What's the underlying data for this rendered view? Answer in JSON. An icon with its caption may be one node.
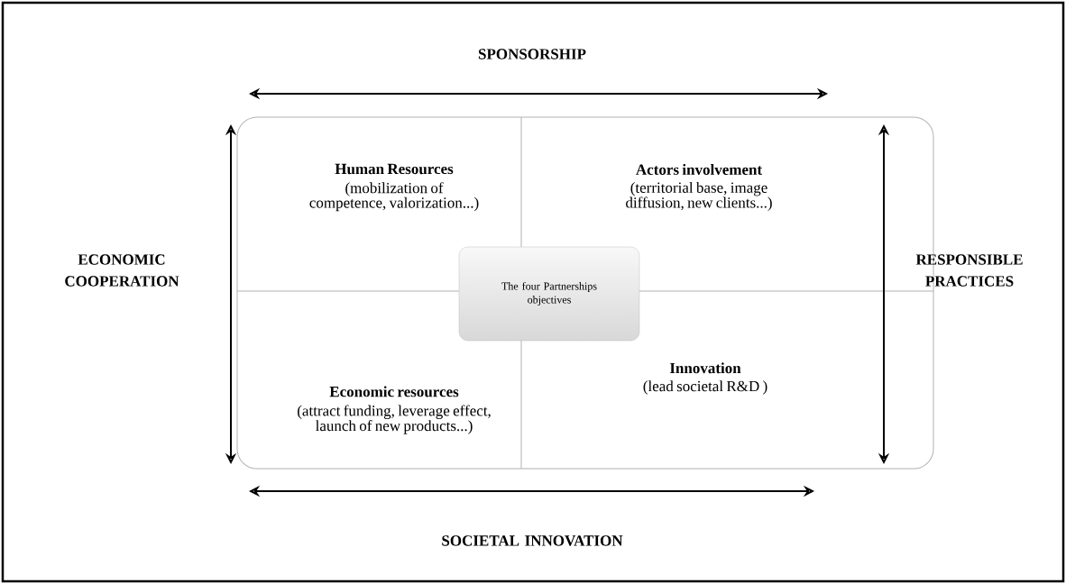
{
  "diagram": {
    "nodes": [
      {
        "text": [],
        "shape": "box"
      },
      {
        "text": [
          "Human Resources",
          "(mobilization of competence, valorization...)"
        ],
        "in": 0
      },
      {
        "text": [
          "Actors involvement",
          "(territorial base, image diffusion, new clients...)"
        ],
        "in": 0
      },
      {
        "text": [
          "The four Partnerships objectives"
        ],
        "in": 0
      },
      {
        "text": [
          "Economic resources",
          "(attract funding, leverage effect, launch of new products...)"
        ],
        "in": 0
      },
      {
        "text": [
          "Innovation",
          "(lead societal R&D )"
        ],
        "in": 0
      }
    ],
    "labels": [
      "SPONSORSHIP",
      "ECONOMIC COOPERATION",
      "RESPONSIBLE PRACTICES",
      "SOCIETAL INNOVATION"
    ]
  }
}
